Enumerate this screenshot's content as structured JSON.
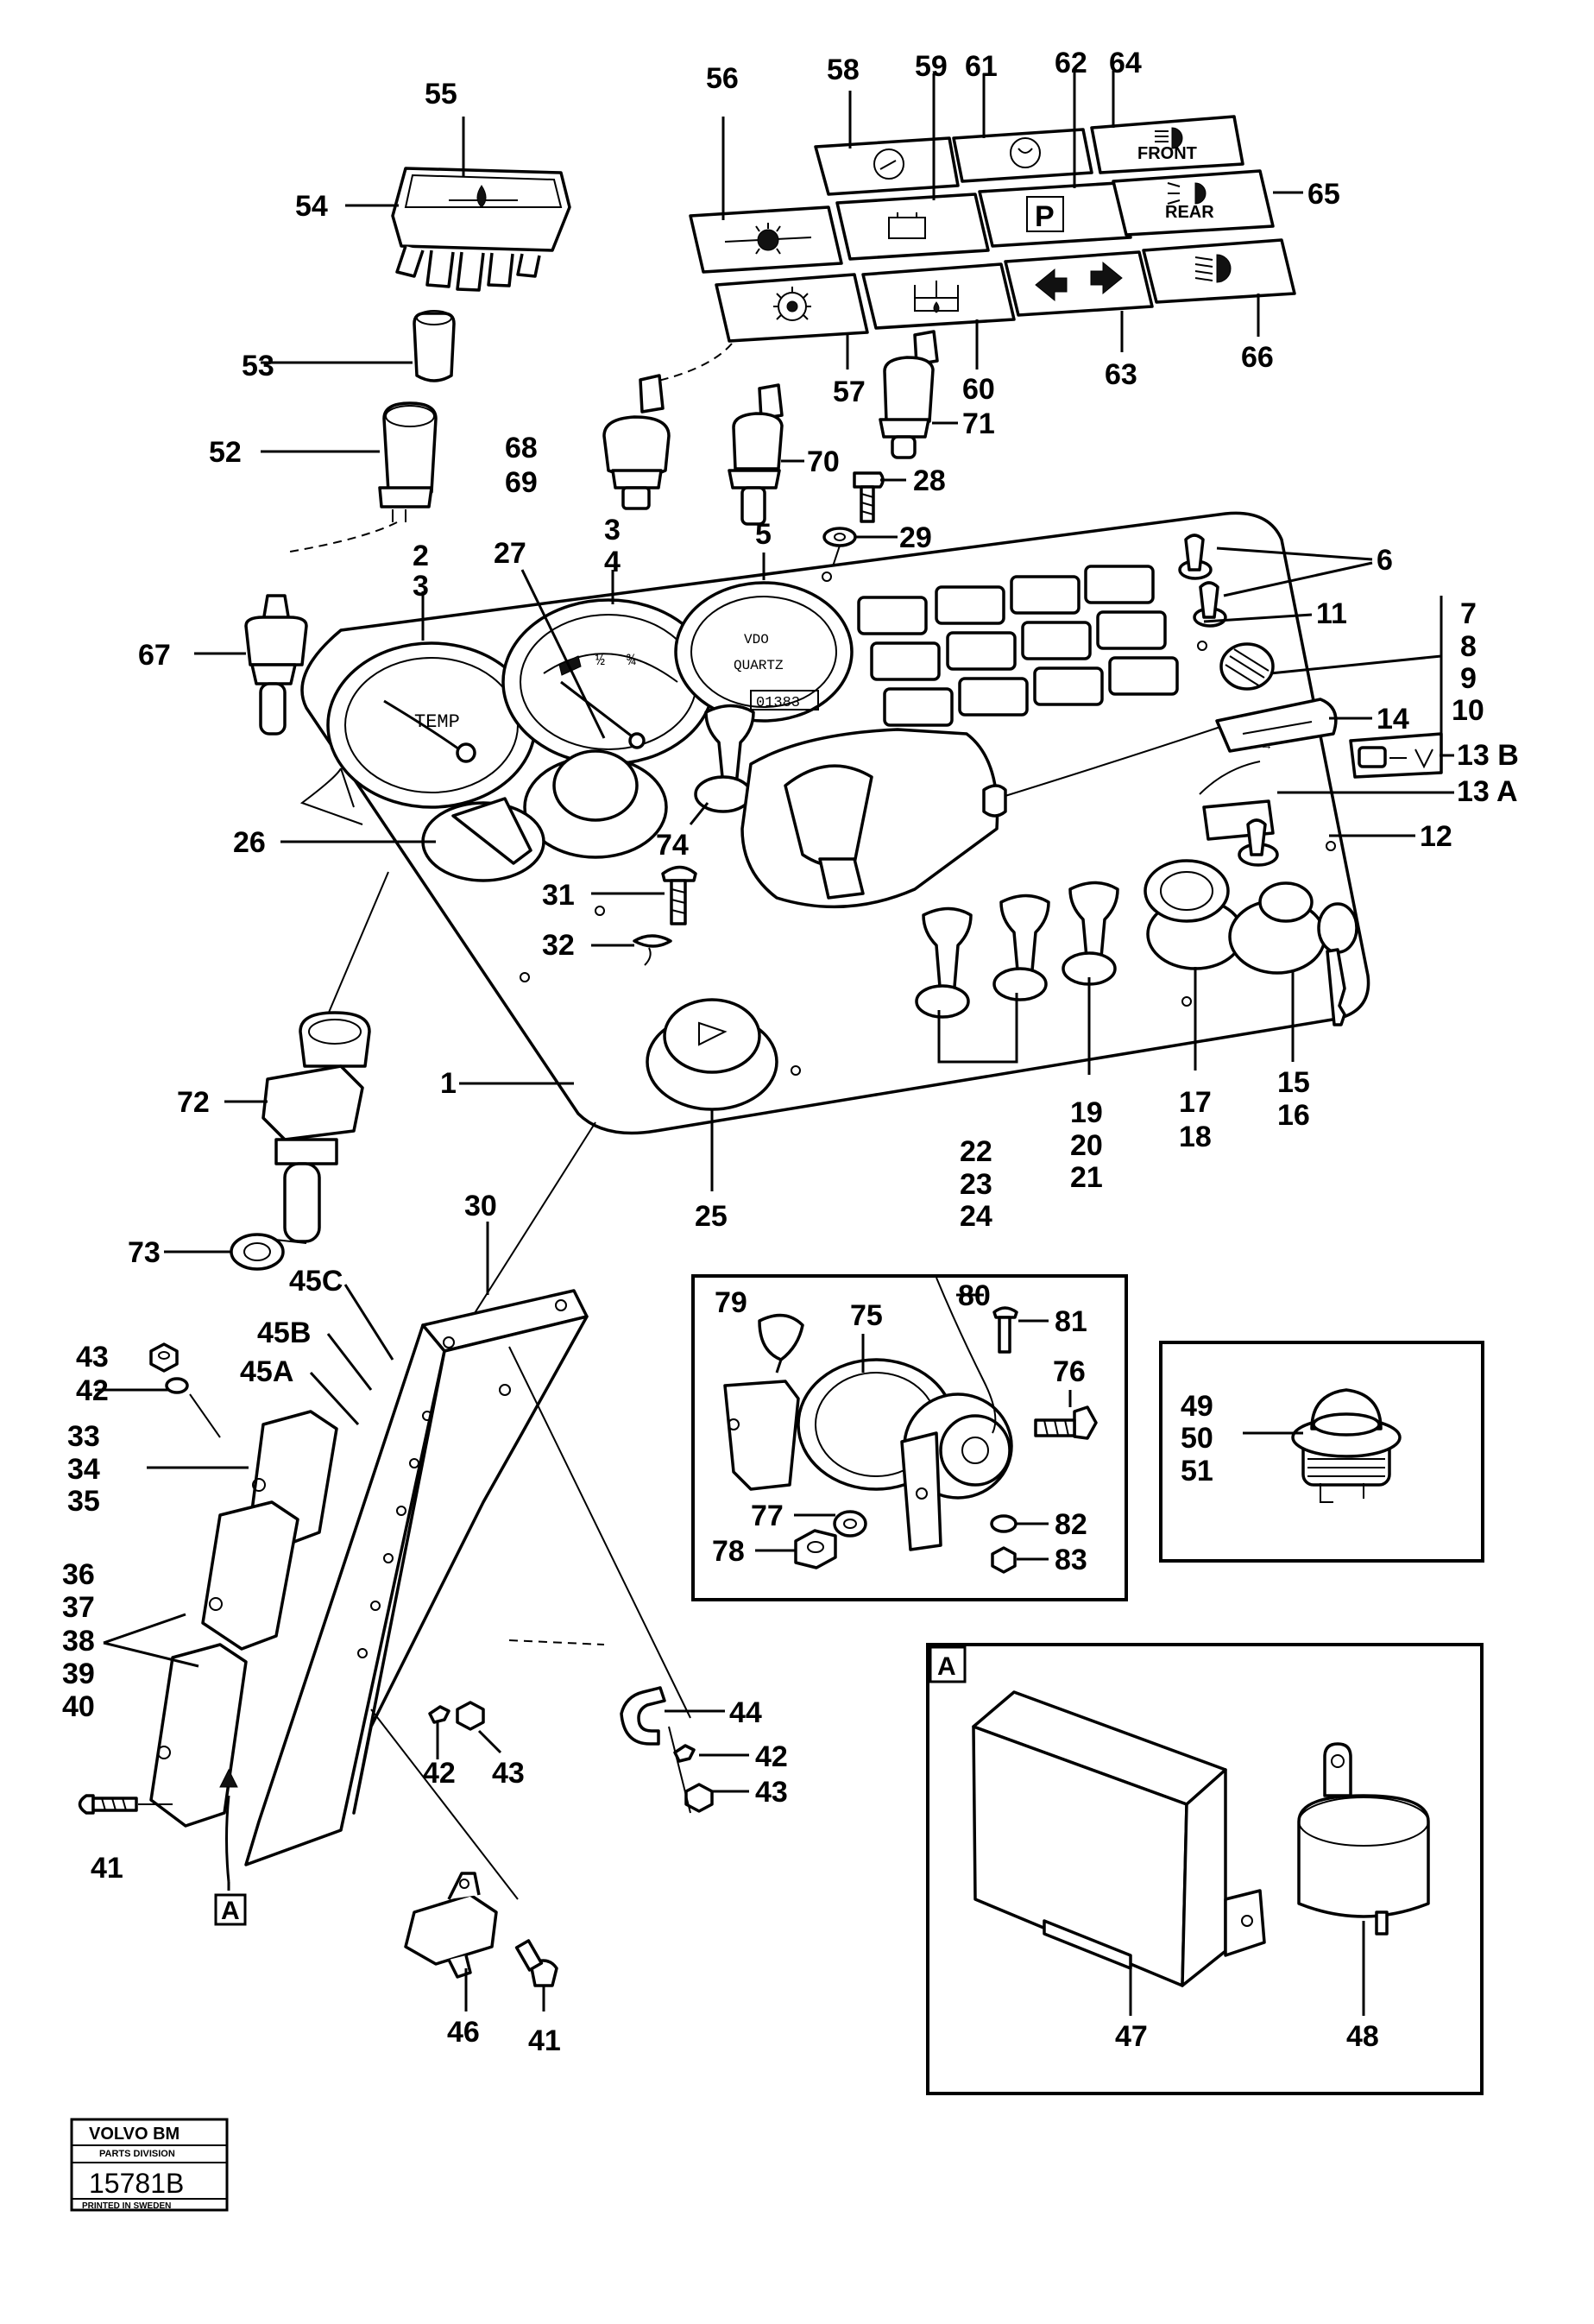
{
  "labels": {
    "p55": "55",
    "p54": "54",
    "p53": "53",
    "p52": "52",
    "p67": "67",
    "p56": "56",
    "p58": "58",
    "p59": "59",
    "p61": "61",
    "p62": "62",
    "p64": "64",
    "p65": "65",
    "p57": "57",
    "p60": "60",
    "p63": "63",
    "p66": "66",
    "p68": "68",
    "p69": "69",
    "p70": "70",
    "p71": "71",
    "p28": "28",
    "p29": "29",
    "p2": "2",
    "p3a": "3",
    "p27": "27",
    "p3b": "3",
    "p4": "4",
    "p5": "5",
    "p6": "6",
    "p7": "7",
    "p8": "8",
    "p9": "9",
    "p10": "10",
    "p11": "11",
    "p14": "14",
    "p13b": "13 B",
    "p13a": "13 A",
    "p12": "12",
    "p26": "26",
    "p74": "74",
    "p31": "31",
    "p32": "32",
    "p72": "72",
    "p1": "1",
    "p25": "25",
    "p22": "22",
    "p23": "23",
    "p24": "24",
    "p19": "19",
    "p20": "20",
    "p21": "21",
    "p17": "17",
    "p18": "18",
    "p15": "15",
    "p16": "16",
    "p73": "73",
    "p30": "30",
    "p45c": "45C",
    "p45b": "45B",
    "p45a": "45A",
    "p43a": "43",
    "p42a": "42",
    "p33": "33",
    "p34": "34",
    "p35": "35",
    "p36": "36",
    "p37": "37",
    "p38": "38",
    "p39": "39",
    "p40": "40",
    "p41a": "41",
    "p42b": "42",
    "p43b": "43",
    "p44": "44",
    "p42c": "42",
    "p43c": "43",
    "p46": "46",
    "p41b": "41",
    "p79": "79",
    "p75": "75",
    "p80": "80",
    "p81": "81",
    "p76": "76",
    "p77": "77",
    "p78": "78",
    "p82": "82",
    "p83": "83",
    "p49": "49",
    "p50": "50",
    "p51": "51",
    "p47": "47",
    "p48": "48"
  },
  "view_markers": {
    "panel_marker": "A",
    "bracket_marker": "A"
  },
  "gauges": {
    "temp_label": "TEMP",
    "clock_brand": "VDO",
    "clock_label": "QUARTZ",
    "clock_counter": "01383",
    "fuel_half": "½",
    "fuel_quarter": "¾"
  },
  "symbols": {
    "front_lamp_text": "FRONT",
    "rear_lamp_text": "REAR",
    "parking_text": "P",
    "switch_tab_text": "←→"
  },
  "stamp": {
    "brand": "VOLVO BM",
    "division": "PARTS DIVISION",
    "number": "15781B",
    "printed": "PRINTED IN SWEDEN"
  },
  "icons": [
    "oil-pressure-icon",
    "brake-warning-icon",
    "coolant-icon",
    "headlight-icon",
    "parking-icon",
    "battery-icon",
    "fuel-level-icon",
    "turn-signal-icon",
    "key-icon"
  ]
}
